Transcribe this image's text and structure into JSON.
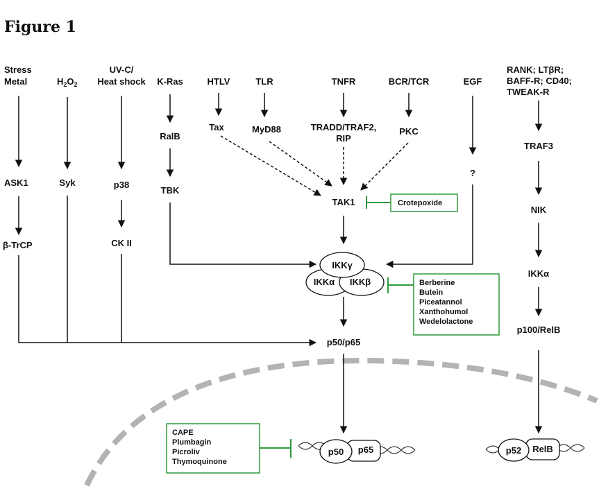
{
  "figure_title": "Figure 1",
  "inputs": {
    "stress_metal": [
      "Stress",
      "Metal"
    ],
    "h2o2": "H2O2",
    "uvc_heat": [
      "UV-C/",
      "Heat shock"
    ],
    "kras": "K-Ras",
    "htlv": "HTLV",
    "tlr": "TLR",
    "tnfr": "TNFR",
    "bcr_tcr": "BCR/TCR",
    "egf": "EGF",
    "rank_group": [
      "RANK; LTβR;",
      "BAFF-R; CD40;",
      "TWEAK-R"
    ]
  },
  "nodes": {
    "ask1": "ASK1",
    "syk": "Syk",
    "p38": "p38",
    "ralb": "RalB",
    "tbk": "TBK",
    "tax": "Tax",
    "myd88": "MyD88",
    "tradd": [
      "TRADD/TRAF2,",
      "RIP"
    ],
    "pkc": "PKC",
    "unknown": "?",
    "btrcp": "β-TrCP",
    "ck2": "CK II",
    "tak1": "TAK1",
    "ikk_gamma": "IKKγ",
    "ikk_alpha": "IKKα",
    "ikk_beta": "IKKβ",
    "p50p65": "p50/p65",
    "traf3": "TRAF3",
    "nik": "NIK",
    "ikka_alt": "IKKα",
    "p100relb": "p100/RelB",
    "p50": "p50",
    "p65": "p65",
    "p52": "p52",
    "relb": "RelB"
  },
  "inhibitors": {
    "tak1_box": [
      "Crotepoxide"
    ],
    "ikk_box": [
      "Berberine",
      "Butein",
      "Piceatannol",
      "Xanthohumol",
      "Wedelolactone"
    ],
    "nuclear_box": [
      "CAPE",
      "Plumbagin",
      "Picroliv",
      "Thymoquinone"
    ]
  },
  "colors": {
    "inhibitor_green": "#2e9a3c",
    "nucleus_gray": "#b3b3b3",
    "line": "#111111"
  }
}
